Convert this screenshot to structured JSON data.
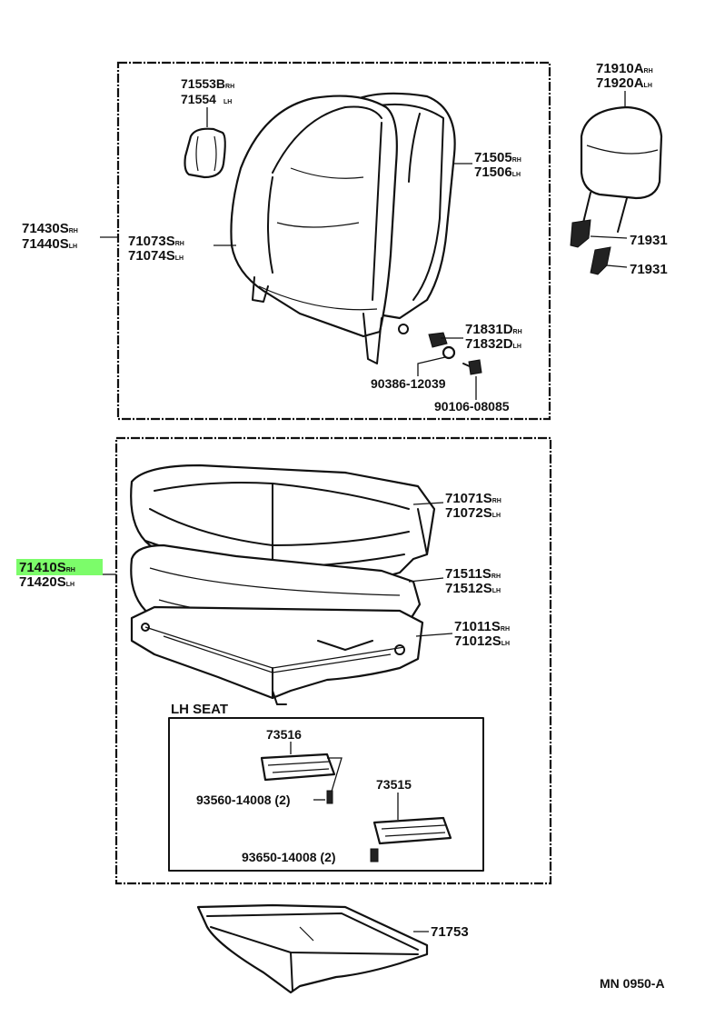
{
  "labels": {
    "p71553B": "71553B",
    "p71554": "71554",
    "p71910A": "71910A",
    "p71920A": "71920A",
    "p71505": "71505",
    "p71506": "71506",
    "p71430S": "71430S",
    "p71440S": "71440S",
    "p71073S": "71073S",
    "p71074S": "71074S",
    "p71931a": "71931",
    "p71931b": "71931",
    "p71831D": "71831D",
    "p71832D": "71832D",
    "p90386": "90386-12039",
    "p90106": "90106-08085",
    "p71071S": "71071S",
    "p71072S": "71072S",
    "p71410S": "71410S",
    "p71420S": "71420S",
    "p71511S": "71511S",
    "p71512S": "71512S",
    "p71011S": "71011S",
    "p71012S": "71012S",
    "lh_seat": "LH SEAT",
    "p73516": "73516",
    "p73515": "73515",
    "p93560": "93560-14008 (2)",
    "p93650": "93650-14008 (2)",
    "p71753": "71753",
    "code": "MN 0950-A"
  },
  "suffix": {
    "rh": "RH",
    "lh": "LH"
  },
  "highlight": {
    "part": "71410S",
    "color": "#7CFC6A"
  }
}
